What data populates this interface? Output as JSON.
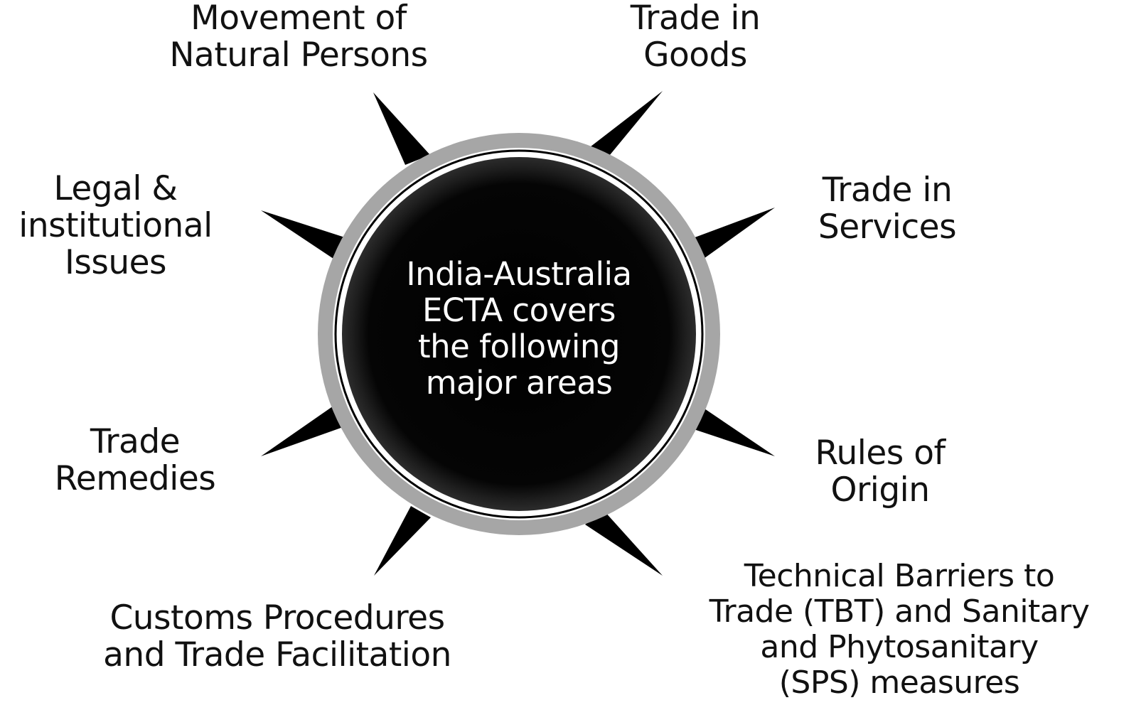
{
  "center": {
    "lines": [
      "India-Australia",
      "ECTA covers",
      "the following",
      "major areas"
    ]
  },
  "areas": [
    {
      "id": "movement-of-natural-persons",
      "lines": [
        "Movement of",
        "Natural Persons"
      ]
    },
    {
      "id": "trade-in-goods",
      "lines": [
        "Trade in",
        "Goods"
      ]
    },
    {
      "id": "trade-in-services",
      "lines": [
        "Trade in",
        "Services"
      ]
    },
    {
      "id": "rules-of-origin",
      "lines": [
        "Rules of",
        "Origin"
      ]
    },
    {
      "id": "tbt-sps",
      "lines": [
        "Technical Barriers to",
        "Trade (TBT) and Sanitary",
        "and Phytosanitary",
        "(SPS) measures"
      ]
    },
    {
      "id": "customs-procedures",
      "lines": [
        "Customs Procedures",
        "and Trade Facilitation"
      ]
    },
    {
      "id": "trade-remedies",
      "lines": [
        "Trade",
        "Remedies"
      ]
    },
    {
      "id": "legal-institutional",
      "lines": [
        "Legal &",
        "institutional",
        "Issues"
      ]
    }
  ],
  "colors": {
    "ring_outer": "#a6a6a6",
    "core": "#000000",
    "spike": "#000000",
    "text": "#111111",
    "center_text": "#ffffff"
  }
}
